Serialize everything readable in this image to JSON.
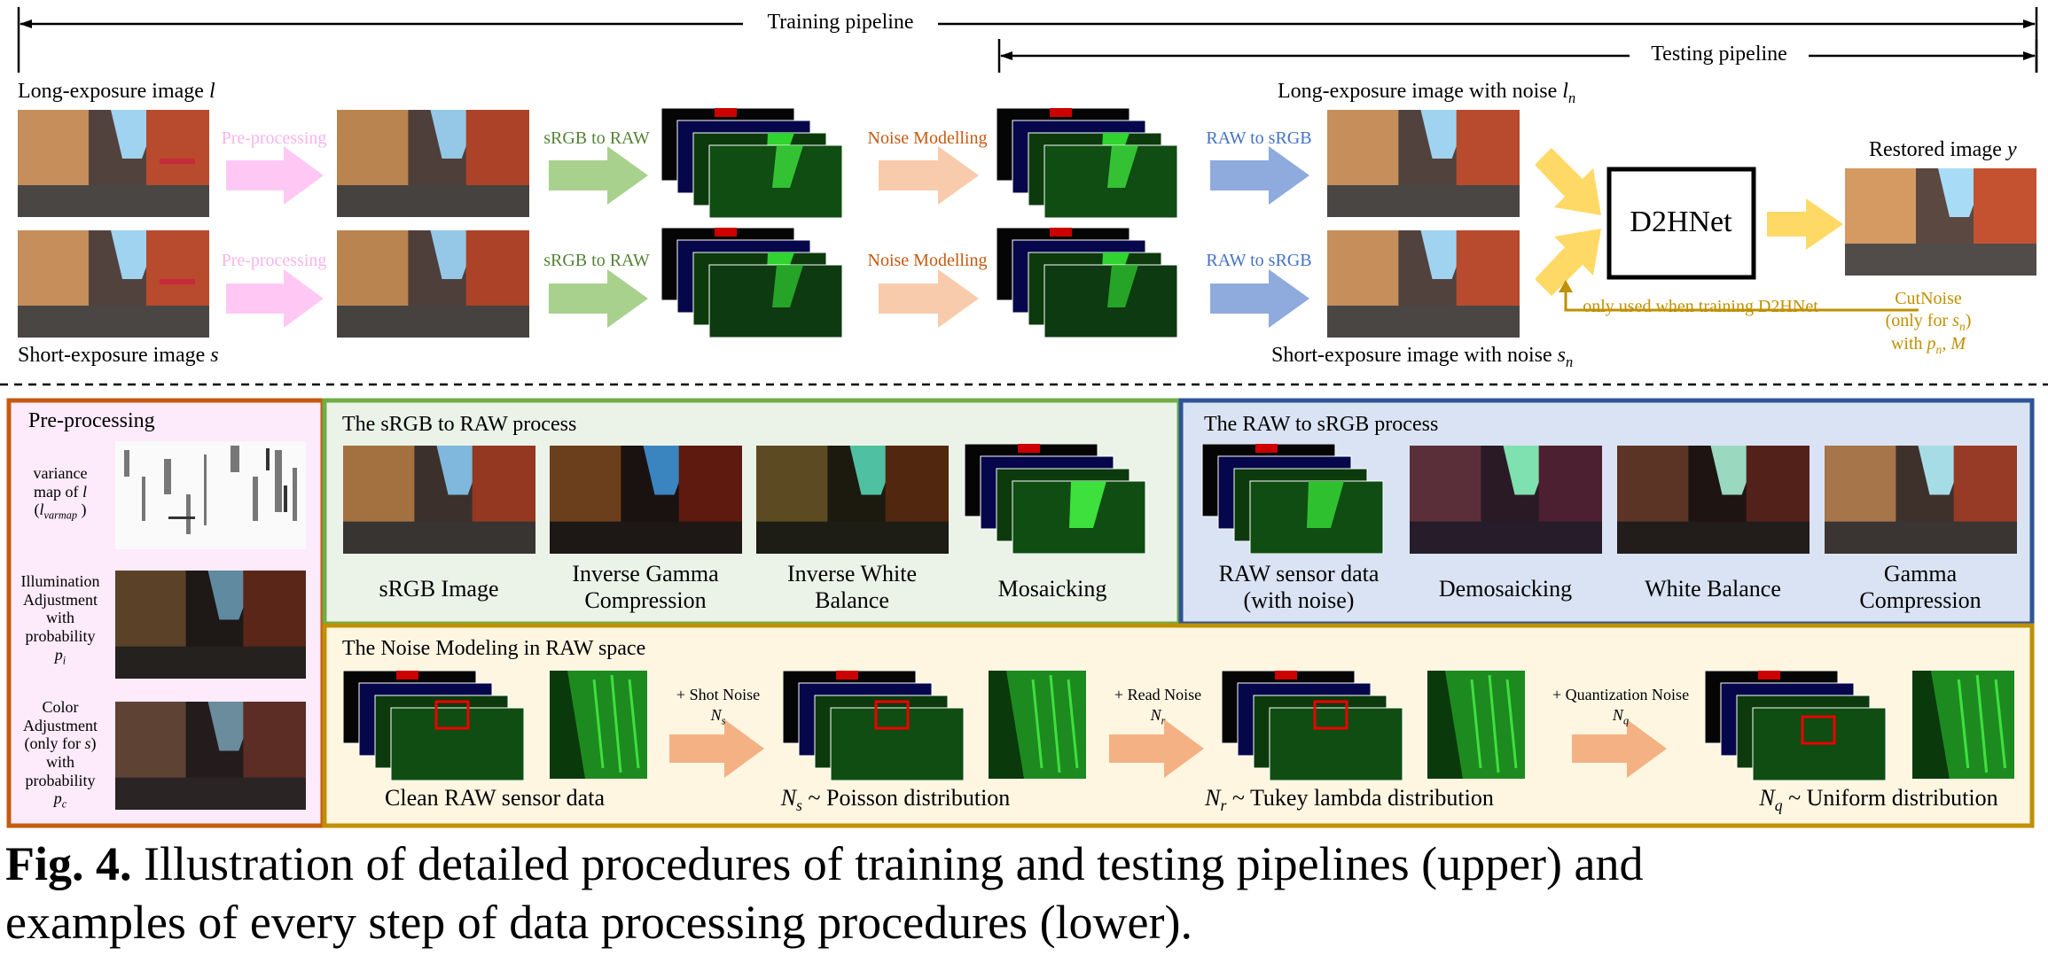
{
  "top": {
    "training_pipeline": "Training pipeline",
    "testing_pipeline": "Testing pipeline",
    "long_exposure_label": "Long-exposure image",
    "long_exposure_var": "l",
    "short_exposure_label": "Short-exposure image",
    "short_exposure_var": "s",
    "long_noise_label": "Long-exposure image with noise",
    "long_noise_var": "l",
    "long_noise_sub": "n",
    "short_noise_label": "Short-exposure image with noise",
    "short_noise_var": "s",
    "short_noise_sub": "n",
    "preprocessing": "Pre-processing",
    "srgb_to_raw": "sRGB to RAW",
    "noise_modelling": "Noise Modelling",
    "raw_to_srgb": "RAW to sRGB",
    "network": "D2HNet",
    "restored_label": "Restored image",
    "restored_var": "y",
    "only_used": "only used when training D2HNet",
    "cutnoise_1": "CutNoise",
    "cutnoise_2": "(only for",
    "cutnoise_2_var": "s",
    "cutnoise_2_sub": "n",
    "cutnoise_3": "with",
    "cutnoise_3_var": "p",
    "cutnoise_3_sub": "n",
    "cutnoise_3_var2": "M"
  },
  "preproc": {
    "title": "Pre-processing",
    "varmap_1": "variance",
    "varmap_2": "map of",
    "varmap_var": "l",
    "varmap_paren_var": "l",
    "varmap_paren_sub": "varmap",
    "illum_1": "Illumination",
    "illum_2": "Adjustment",
    "illum_3": "with",
    "illum_4": "probability",
    "illum_var": "p",
    "illum_sub": "i",
    "color_1": "Color",
    "color_2": "Adjustment",
    "color_3": "(only for",
    "color_3_var": "s",
    "color_4": "with",
    "color_5": "probability",
    "color_var": "p",
    "color_sub": "c"
  },
  "srgb_panel": {
    "title": "The sRGB to RAW process",
    "items": [
      "sRGB Image",
      "Inverse Gamma",
      "Compression",
      "Inverse White",
      "Balance",
      "Mosaicking"
    ]
  },
  "raw_panel": {
    "title": "The RAW to sRGB process",
    "items": [
      "RAW sensor data",
      "(with noise)",
      "Demosaicking",
      "White Balance",
      "Gamma",
      "Compression"
    ]
  },
  "noise_panel": {
    "title": "The Noise Modeling in RAW space",
    "clean": "Clean RAW sensor data",
    "shot": "+ Shot Noise",
    "shot_var": "N",
    "shot_sub": "s",
    "read": "+ Read Noise",
    "read_var": "N",
    "read_sub": "r",
    "quant": "+ Quantization Noise",
    "quant_var": "N",
    "quant_sub": "q",
    "poisson": "~ Poisson distribution",
    "tukey": "~ Tukey lambda distribution",
    "uniform": "~ Uniform distribution"
  },
  "caption": {
    "label": "Fig. 4.",
    "line1": "Illustration of detailed procedures of training and testing pipelines (upper) and",
    "line2": "examples of every step of data processing procedures (lower)."
  },
  "colors": {
    "preproc_arrow": "#ffc8f4",
    "preproc_text": "#f8b4ea",
    "srgb2raw_arrow": "#a9d18e",
    "srgb2raw_text": "#548235",
    "noise_arrow": "#f8cbad",
    "noise_text": "#c55a11",
    "raw2srgb_arrow": "#8faadc",
    "raw2srgb_text": "#4472c4",
    "yellow_arrow": "#ffd966",
    "gold": "#bf9000",
    "orange_arrow": "#f4b183",
    "border_orange": "#c55a11",
    "border_green": "#70ad47",
    "border_blue": "#2f5597",
    "border_gold": "#bf9000",
    "bg_pink": "#fdeafa",
    "bg_green": "#ebf3e8",
    "bg_blue": "#dae3f3",
    "bg_yellow": "#fff6e2"
  }
}
